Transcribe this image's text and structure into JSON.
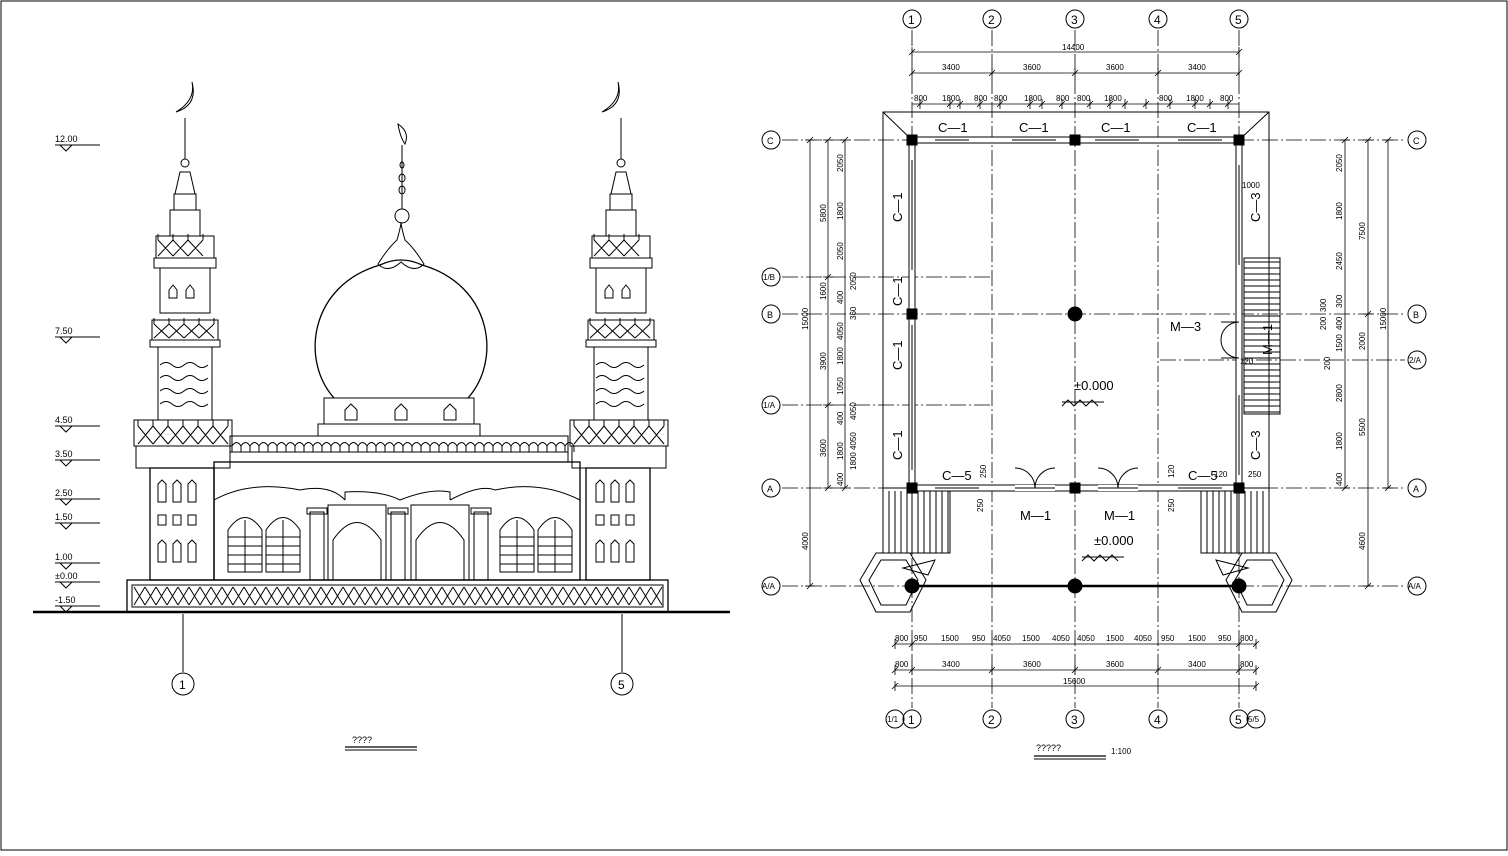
{
  "elevation": {
    "levels": [
      "12.00",
      "7.50",
      "4.50",
      "3.50",
      "2.50",
      "1.50",
      "1.00",
      "±0.00",
      "-1.50"
    ],
    "axis_left": "1",
    "axis_right": "5",
    "title": "????"
  },
  "plan": {
    "title": "?????",
    "scale": "1:100",
    "col_axes": [
      "1",
      "2",
      "3",
      "4",
      "5"
    ],
    "bottom_extra_axes": [
      "1/1",
      "5/5"
    ],
    "row_axes_left": [
      "C",
      "1/B",
      "B",
      "1/A",
      "A",
      "A/A"
    ],
    "row_axes_right": [
      "C",
      "B",
      "2/A",
      "A",
      "A/A"
    ],
    "dims_top_total": "14400",
    "dims_top_spans": [
      "3400",
      "3600",
      "3600",
      "3400"
    ],
    "dims_top_detail": [
      "800",
      "1800",
      "800",
      "800",
      "1800",
      "800",
      "1800",
      "800",
      "800",
      "1800",
      "800"
    ],
    "dims_bottom_detail": [
      "800",
      "950",
      "1500",
      "950",
      "4050",
      "1500",
      "4050",
      "4050",
      "1500",
      "4050",
      "950",
      "1500",
      "950",
      "800"
    ],
    "dims_bottom_spans": [
      "800",
      "3400",
      "3600",
      "3600",
      "3400",
      "800"
    ],
    "dims_bottom_total": "15600",
    "dims_left_outer": [
      "5800",
      "15000",
      "3900",
      "3600",
      "4000"
    ],
    "dims_left_inner": [
      "2050",
      "1800",
      "2050",
      "2050",
      "1600",
      "400",
      "360",
      "4050",
      "1800",
      "1050",
      "4050",
      "400",
      "1800",
      "4050",
      "1800",
      "400"
    ],
    "dims_right_outer": [
      "7500",
      "15000",
      "2000",
      "5500",
      "4600"
    ],
    "dims_right_inner": [
      "2050",
      "1800",
      "2450",
      "300",
      "300",
      "400",
      "200",
      "1500",
      "200",
      "2800",
      "1800",
      "400"
    ],
    "dims_misc": [
      "1000",
      "250",
      "250",
      "250",
      "250",
      "120",
      "120",
      "120"
    ],
    "windows": {
      "c1": "C—1",
      "c3": "C—3",
      "c5": "C—5"
    },
    "doors": {
      "m1": "M—1",
      "m3": "M—3"
    },
    "floor_level": "±0.000",
    "porch_level": "±0.000"
  }
}
